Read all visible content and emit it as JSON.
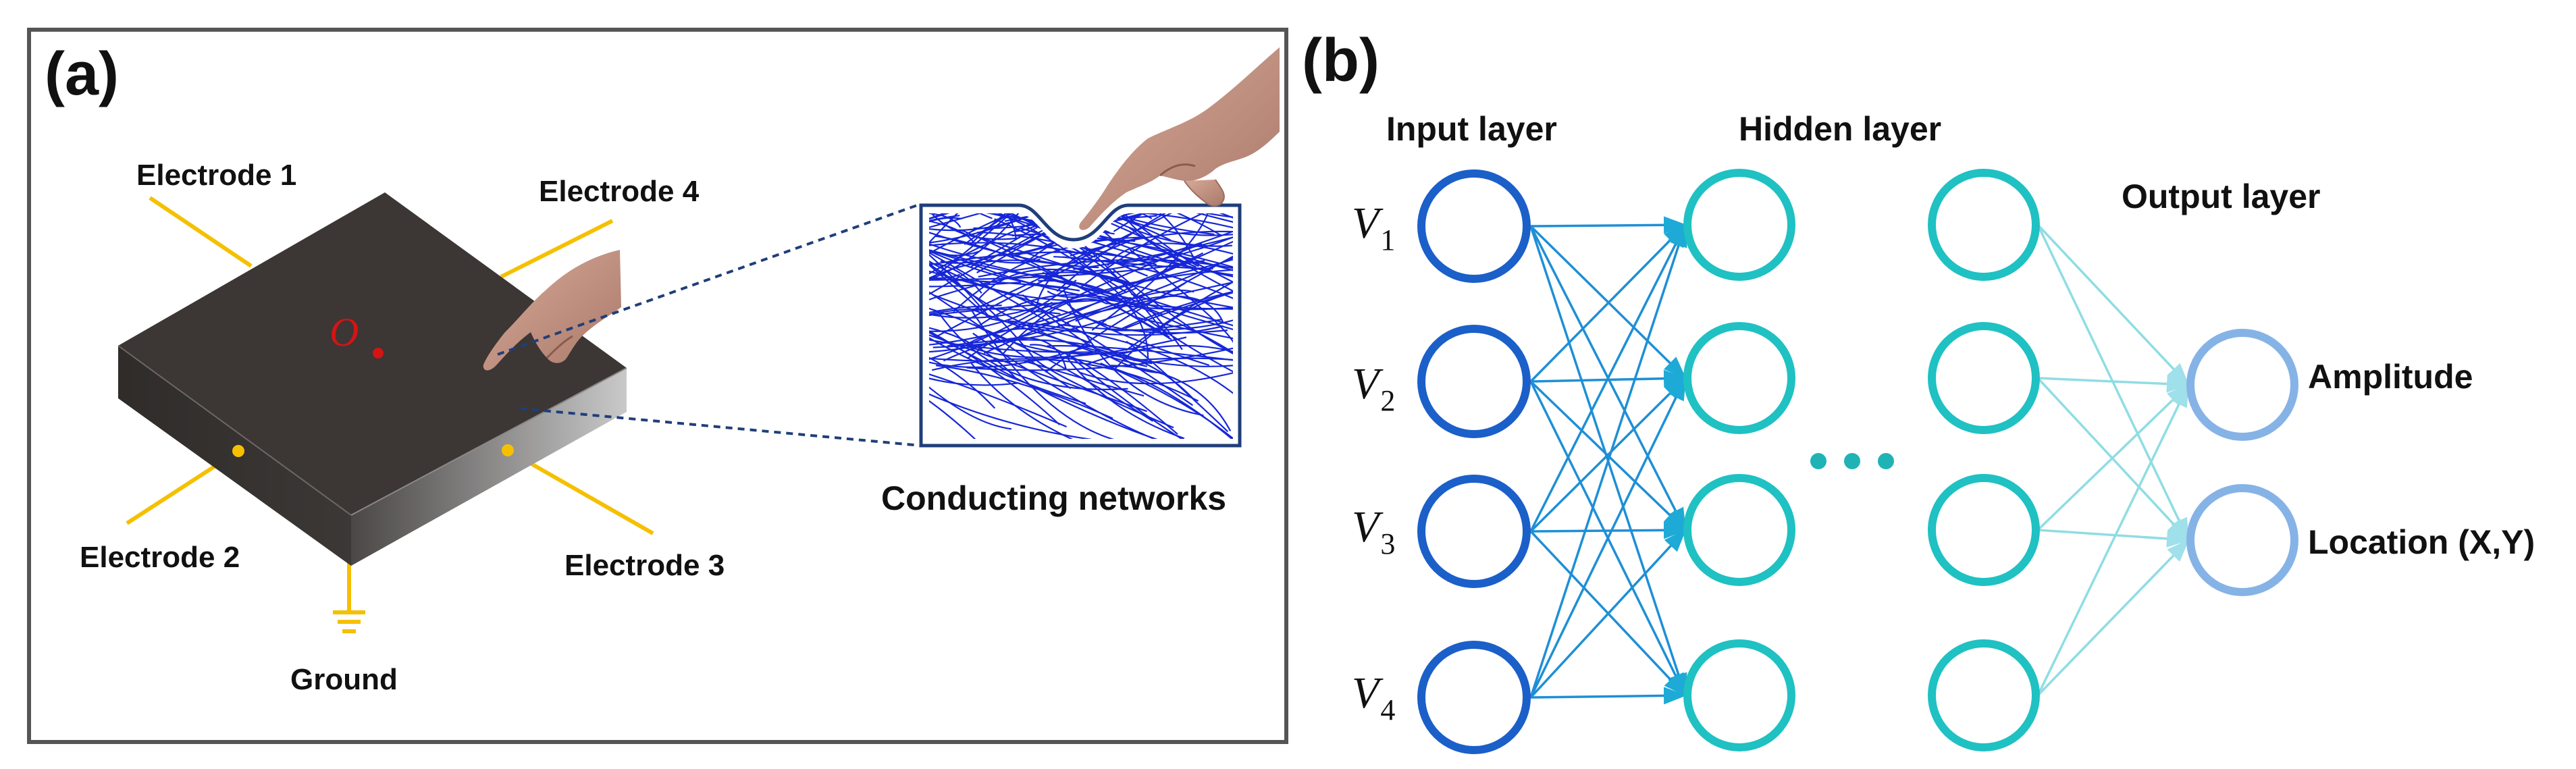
{
  "panel_a": {
    "label": "(a)",
    "electrodes": [
      "Electrode 1",
      "Electrode 2",
      "Electrode 3",
      "Electrode 4"
    ],
    "ground": "Ground",
    "origin_label": "O",
    "network_caption": "Conducting networks"
  },
  "panel_b": {
    "label": "(b)",
    "layers": {
      "input": "Input layer",
      "hidden": "Hidden layer",
      "output": "Output layer"
    },
    "inputs": [
      {
        "symbol": "V",
        "sub": "1"
      },
      {
        "symbol": "V",
        "sub": "2"
      },
      {
        "symbol": "V",
        "sub": "3"
      },
      {
        "symbol": "V",
        "sub": "4"
      }
    ],
    "outputs": [
      "Amplitude",
      "Location (X,Y)"
    ]
  },
  "colors": {
    "input_node": "#1b5fc9",
    "hidden_node": "#1fc1c3",
    "output_node": "#86b3e6",
    "edge_input": "#1e8fd6",
    "edge_hidden": "#33c6cc",
    "edge_output": "#8fdde3",
    "wire": "#f5c000",
    "network": "#1626d8",
    "board_top": "#3b3633",
    "origin": "#d41414"
  }
}
